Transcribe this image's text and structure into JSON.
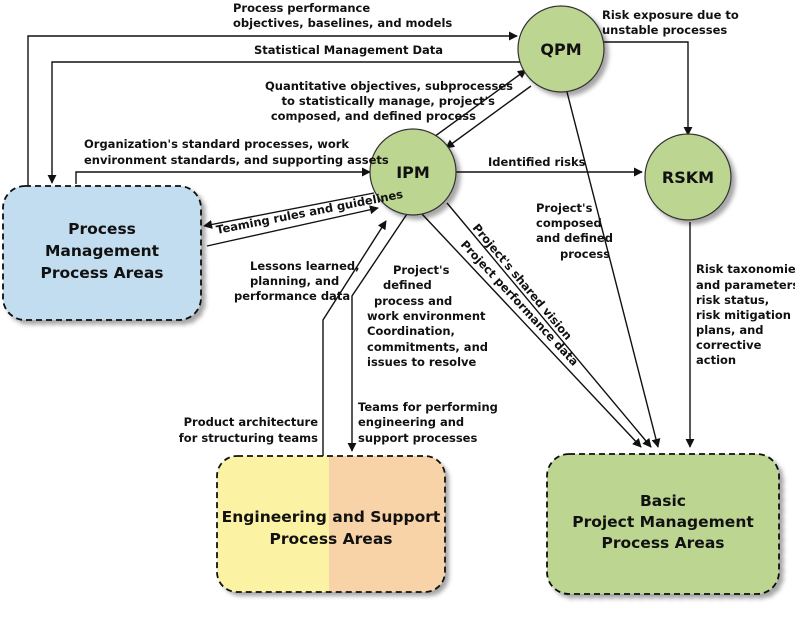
{
  "nodes": {
    "qpm": "QPM",
    "ipm": "IPM",
    "rskm": "RSKM"
  },
  "boxes": {
    "process_management": [
      "Process",
      "Management",
      "Process Areas"
    ],
    "engineering_support": [
      "Engineering and Support",
      "Process Areas"
    ],
    "basic_pm": [
      "Basic",
      "Project Management",
      "Process Areas"
    ]
  },
  "edges": {
    "process_performance_objectives": [
      "Process performance",
      "objectives, baselines, and models"
    ],
    "statistical_management_data": "Statistical Management Data",
    "risk_exposure": [
      "Risk exposure due to",
      "unstable processes"
    ],
    "quantitative_objectives": [
      "Quantitative objectives, subprocesses",
      "to statistically manage, project's",
      "composed, and defined process"
    ],
    "org_standard_processes": [
      "Organization's standard processes, work",
      "environment standards, and supporting assets"
    ],
    "identified_risks": "Identified risks",
    "teaming_rules": "Teaming rules and guidelines",
    "projects_composed_defined": [
      "Project's",
      "composed",
      "and defined",
      "process"
    ],
    "lessons_learned": [
      "Lessons learned,",
      "planning, and",
      "performance data"
    ],
    "projects_defined_process": [
      "Project's",
      "defined",
      "process and",
      "work environment",
      "Coordination,",
      "commitments, and",
      "issues to resolve"
    ],
    "projects_shared_vision": "Project's shared vision",
    "project_performance_data": "Project performance data",
    "risk_taxonomies": [
      "Risk taxonomies",
      "and parameters,",
      "risk status,",
      "risk mitigation",
      "plans, and",
      "corrective",
      "action"
    ],
    "product_architecture": [
      "Product architecture",
      "for structuring teams"
    ],
    "teams_for_performing": [
      "Teams for performing",
      "engineering and",
      "support processes"
    ]
  },
  "colors": {
    "node_fill": "#bcd590",
    "pm_box_fill": "#c3ddf0",
    "eng_box_left": "#fbf3a3",
    "eng_box_right": "#f8d3a8",
    "basic_box_fill": "#bcd590"
  }
}
